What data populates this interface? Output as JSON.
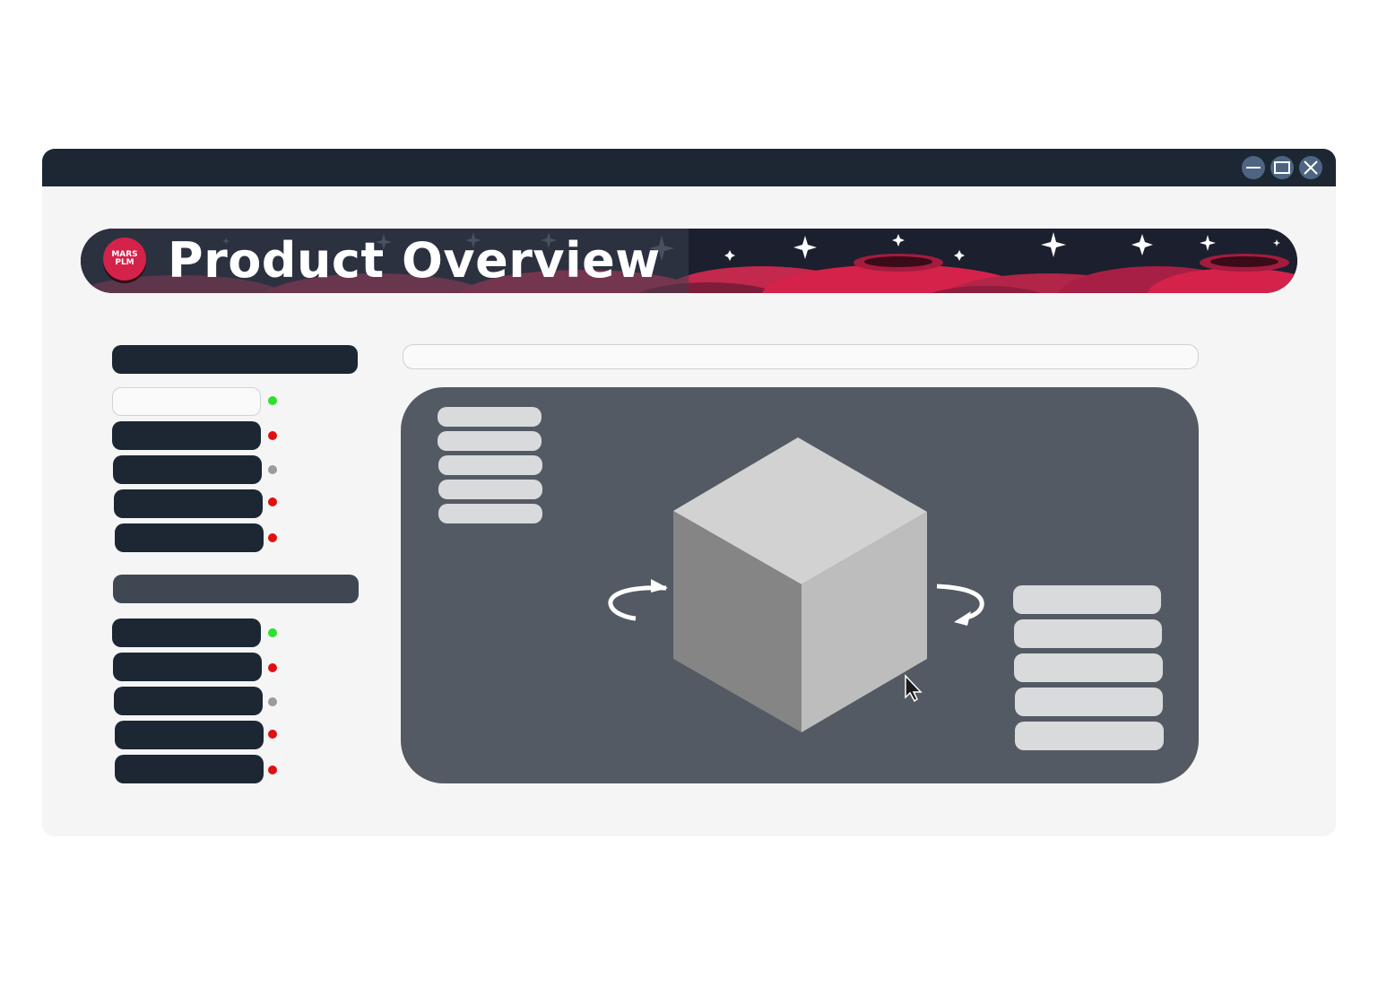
{
  "banner": {
    "title": "Product Overview",
    "logo_line1": "MARS",
    "logo_line2": "PLM",
    "logo_mark": "*"
  },
  "window_controls": [
    "minimize-icon",
    "maximize-icon",
    "close-icon"
  ],
  "sidebar": {
    "group1": {
      "statuses": [
        "green",
        "red",
        "gray",
        "red",
        "red"
      ]
    },
    "group2": {
      "statuses": [
        "green",
        "red",
        "gray",
        "red",
        "red"
      ]
    }
  },
  "colors": {
    "titlebar": "#1c2733",
    "window": "#f5f5f5",
    "viewer": "#535a63",
    "status_green": "#2ee02e",
    "status_red": "#e01010",
    "status_gray": "#9b9b9b",
    "brand_red": "#d5224a"
  },
  "viewer": {
    "icons": [
      "cube-model",
      "rotate-left-icon",
      "rotate-right-icon",
      "mouse-cursor-icon"
    ]
  }
}
